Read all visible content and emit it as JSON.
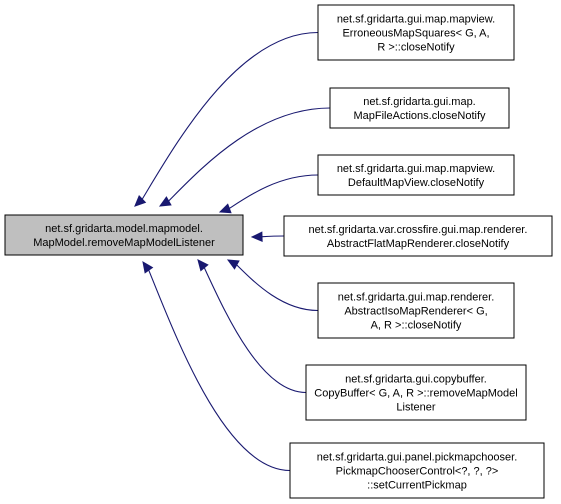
{
  "colors": {
    "main_fill": "#bfbfbf",
    "node_fill": "#ffffff",
    "border": "#000000",
    "edge": "#191970"
  },
  "main_node": {
    "lines": [
      "net.sf.gridarta.model.mapmodel.",
      "MapModel.removeMapModelListener"
    ]
  },
  "callers": [
    {
      "lines": [
        "net.sf.gridarta.gui.map.mapview.",
        "ErroneousMapSquares< G, A,",
        "R >::closeNotify"
      ]
    },
    {
      "lines": [
        "net.sf.gridarta.gui.map.",
        "MapFileActions.closeNotify"
      ]
    },
    {
      "lines": [
        "net.sf.gridarta.gui.map.mapview.",
        "DefaultMapView.closeNotify"
      ]
    },
    {
      "lines": [
        "net.sf.gridarta.var.crossfire.gui.map.renderer.",
        "AbstractFlatMapRenderer.closeNotify"
      ]
    },
    {
      "lines": [
        "net.sf.gridarta.gui.map.renderer.",
        "AbstractIsoMapRenderer< G,",
        "A, R >::closeNotify"
      ]
    },
    {
      "lines": [
        "net.sf.gridarta.gui.copybuffer.",
        "CopyBuffer< G, A, R >::removeMapModel",
        "Listener"
      ]
    },
    {
      "lines": [
        "net.sf.gridarta.gui.panel.pickmapchooser.",
        "PickmapChooserControl<?, ?, ?>",
        "::setCurrentPickmap"
      ]
    }
  ]
}
